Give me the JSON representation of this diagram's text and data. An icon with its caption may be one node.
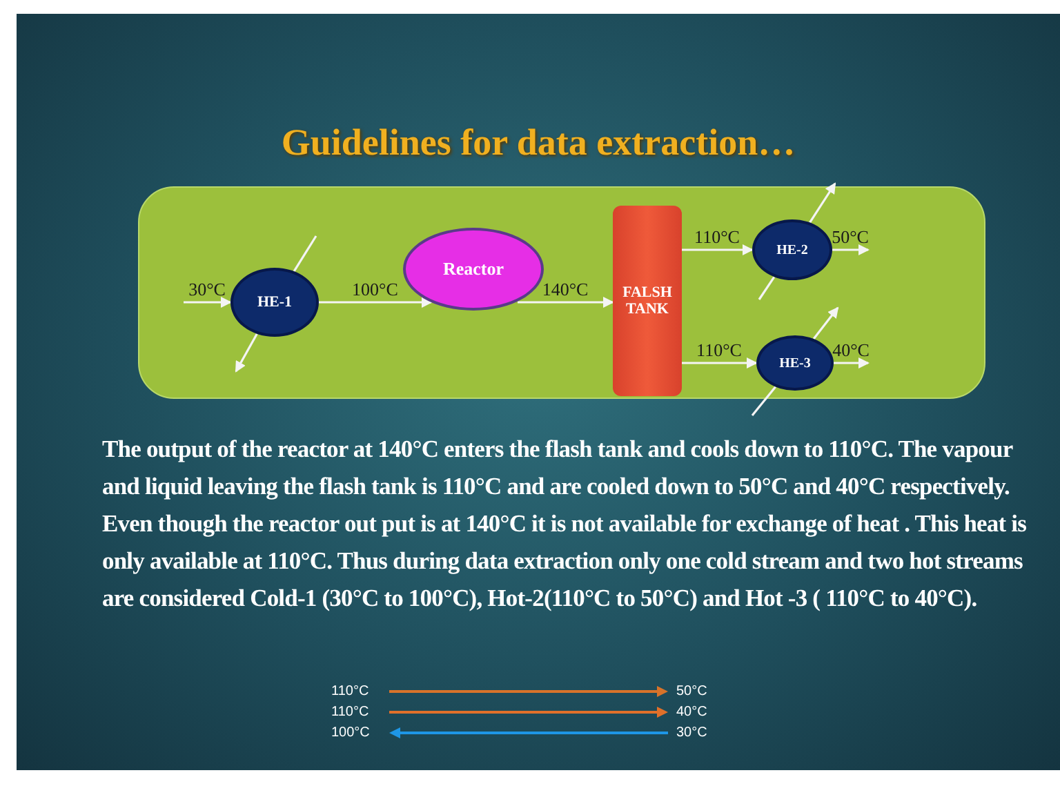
{
  "diagram": {
    "title": "Guidelines for data extraction…",
    "nodes": [
      {
        "text": [],
        "shape": "box"
      },
      {
        "text": [
          "HE-1"
        ],
        "in": 0
      },
      {
        "text": [
          "Reactor"
        ],
        "in": 0
      },
      {
        "text": [
          "FALSH TANK"
        ],
        "in": 0
      },
      {
        "text": [
          "HE-2"
        ],
        "in": 0
      },
      {
        "text": [
          "HE-3"
        ],
        "in": 0
      }
    ],
    "edges": [
      {
        "from": null,
        "to": 1,
        "arrow": "to",
        "label": "30°C"
      },
      {
        "from": 1,
        "to": 2,
        "arrow": "to",
        "label": "100°C"
      },
      {
        "from": null,
        "to": 1,
        "arrow": "none"
      },
      {
        "from": 1,
        "to": null,
        "arrow": "to"
      },
      {
        "from": 2,
        "to": 3,
        "arrow": "to",
        "label": "140°C"
      },
      {
        "from": 3,
        "to": 4,
        "arrow": "to",
        "label": "110°C"
      },
      {
        "from": 4,
        "to": null,
        "arrow": "to",
        "label": "50°C"
      },
      {
        "from": null,
        "to": 4,
        "arrow": "none"
      },
      {
        "from": 4,
        "to": null,
        "arrow": "to"
      },
      {
        "from": 3,
        "to": 5,
        "arrow": "to",
        "label": "110°C"
      },
      {
        "from": 5,
        "to": null,
        "arrow": "to",
        "label": "40°C"
      },
      {
        "from": null,
        "to": 5,
        "arrow": "none"
      },
      {
        "from": 5,
        "to": null,
        "arrow": "to"
      }
    ],
    "labels": [
      "The output of the reactor at 140°C enters the flash tank and cools down to 110°C. The vapour and liquid leaving the flash tank is 110°C and are cooled down to 50°C and 40°C respectively. Even though the reactor out put is at 140°C it is not available for exchange of heat . This heat is only available at 110°C. Thus during data extraction only one cold stream and two hot streams are considered Cold-1 (30°C to 100°C), Hot-2(110°C to 50°C) and Hot -3 ( 110°C to 40°C).",
      "110°C",
      "50°C",
      "110°C",
      "40°C",
      "100°C",
      "30°C"
    ]
  }
}
